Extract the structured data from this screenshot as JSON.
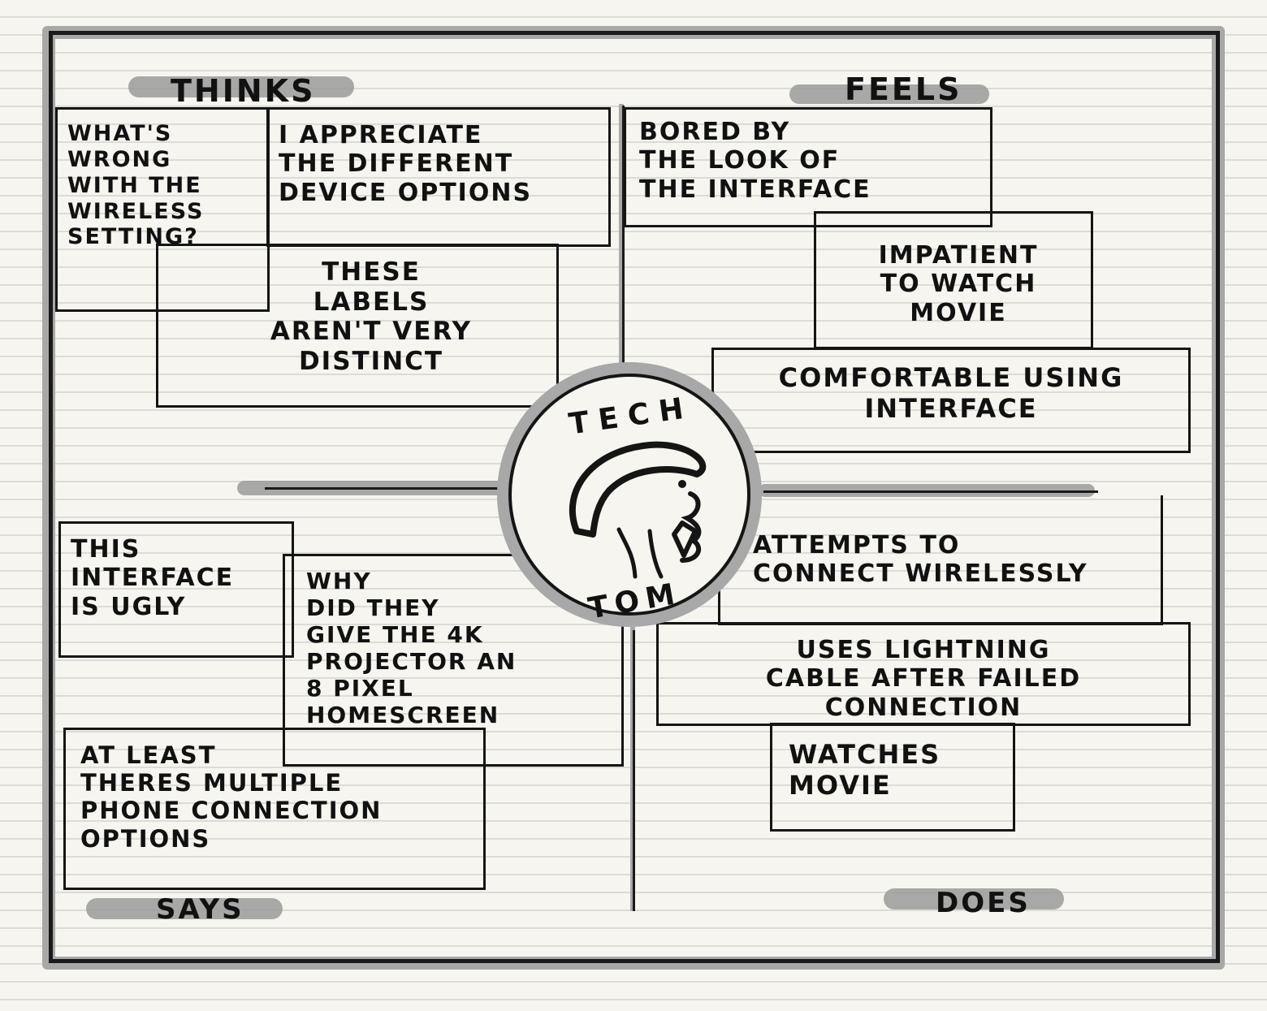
{
  "persona": {
    "first_name": "TECH",
    "last_name": "TOM",
    "icon": "persona-face-sketch-icon"
  },
  "quadrants": {
    "thinks": {
      "label": "THINKS",
      "notes": [
        "WHAT'S\nWRONG\nWITH THE\nWIRELESS\nSETTING?",
        "I APPRECIATE\nTHE DIFFERENT\nDEVICE OPTIONS",
        "THESE\nLABELS\nAREN'T VERY\nDISTINCT"
      ]
    },
    "feels": {
      "label": "FEELS",
      "notes": [
        "BORED BY\nTHE LOOK OF\nTHE INTERFACE",
        "IMPATIENT\nTO WATCH\nMOVIE",
        "COMFORTABLE USING\nINTERFACE"
      ]
    },
    "says": {
      "label": "SAYS",
      "notes": [
        "THIS\nINTERFACE\nIS UGLY",
        "WHY\nDID THEY\nGIVE THE 4K\nPROJECTOR AN\n8 PIXEL\nHOMESCREEN",
        "AT LEAST\nTHERES MULTIPLE\nPHONE CONNECTION\nOPTIONS"
      ]
    },
    "does": {
      "label": "DOES",
      "notes": [
        "ATTEMPTS TO\nCONNECT WIRELESSLY",
        "USES LIGHTNING\nCABLE AFTER FAILED\nCONNECTION",
        "WATCHES\nMOVIE"
      ]
    }
  },
  "colors": {
    "ink": "#151515",
    "marker": "#a8a8a8",
    "paper": "#f7f5ef",
    "rule_line": "#dcdcd6"
  }
}
